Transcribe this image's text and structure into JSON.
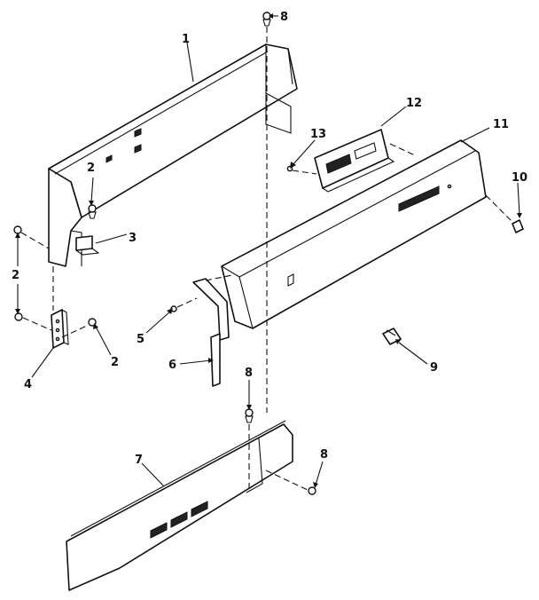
{
  "callouts": {
    "c1": "1",
    "c2a": "2",
    "c2b": "2",
    "c2c": "2",
    "c3": "3",
    "c4": "4",
    "c5": "5",
    "c6": "6",
    "c7": "7",
    "c8a": "8",
    "c8b": "8",
    "c8c": "8",
    "c9": "9",
    "c10": "10",
    "c11": "11",
    "c12": "12",
    "c13": "13"
  }
}
